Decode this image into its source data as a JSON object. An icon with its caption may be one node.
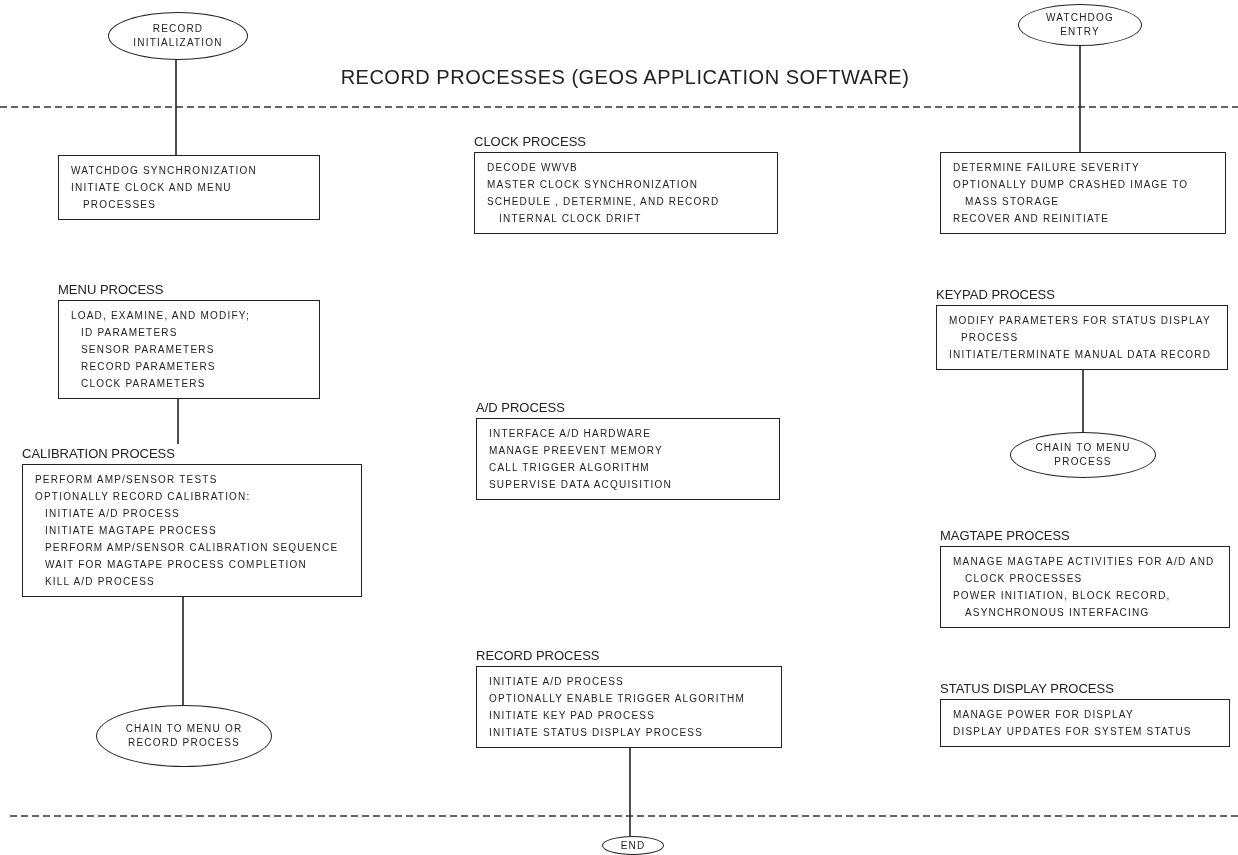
{
  "diagram": {
    "title": "RECORD PROCESSES (GEOS APPLICATION SOFTWARE)",
    "nodes": [
      {
        "text": [
          "RECORD INITIALIZATION"
        ]
      },
      {
        "text": [
          "WATCHDOG ENTRY"
        ]
      },
      {
        "text": [
          "WATCHDOG SYNCHRONIZATION",
          "INITIATE CLOCK AND MENU PROCESSES"
        ]
      },
      {
        "text": [
          "CLOCK PROCESS",
          "DECODE WWVB",
          "MASTER CLOCK SYNCHRONIZATION",
          "SCHEDULE , DETERMINE, AND RECORD INTERNAL CLOCK DRIFT"
        ]
      },
      {
        "text": [
          "DETERMINE FAILURE SEVERITY",
          "OPTIONALLY DUMP CRASHED IMAGE TO MASS STORAGE",
          "RECOVER AND REINITIATE"
        ]
      },
      {
        "text": [
          "MENU PROCESS",
          "LOAD, EXAMINE, AND MODIFY;",
          "ID PARAMETERS",
          "SENSOR PARAMETERS",
          "RECORD PARAMETERS",
          "CLOCK PARAMETERS"
        ]
      },
      {
        "text": [
          "KEYPAD PROCESS",
          "MODIFY PARAMETERS FOR STATUS DISPLAY PROCESS",
          "INITIATE/TERMINATE MANUAL DATA RECORD"
        ]
      },
      {
        "text": [
          "A/D PROCESS",
          "INTERFACE A/D HARDWARE",
          "MANAGE PREEVENT MEMORY",
          "CALL TRIGGER ALGORITHM",
          "SUPERVISE DATA ACQUISITION"
        ]
      },
      {
        "text": [
          "CHAIN TO MENU PROCESS"
        ]
      },
      {
        "text": [
          "CALIBRATION PROCESS",
          "PERFORM AMP/SENSOR TESTS",
          "OPTIONALLY RECORD CALIBRATION:",
          "INITIATE A/D PROCESS",
          "INITIATE MAGTAPE PROCESS",
          "PERFORM AMP/SENSOR CALIBRATION SEQUENCE",
          "WAIT FOR MAGTAPE PROCESS COMPLETION",
          "KILL A/D PROCESS"
        ]
      },
      {
        "text": [
          "MAGTAPE PROCESS",
          "MANAGE MAGTAPE ACTIVITIES FOR A/D AND CLOCK PROCESSES",
          "POWER INITIATION, BLOCK RECORD, ASYNCHRONOUS INTERFACING"
        ]
      },
      {
        "text": [
          "CHAIN TO MENU OR RECORD PROCESS"
        ]
      },
      {
        "text": [
          "RECORD PROCESS",
          "INITIATE A/D PROCESS",
          "OPTIONALLY ENABLE TRIGGER ALGORITHM",
          "INITIATE KEY PAD PROCESS",
          "INITIATE STATUS DISPLAY PROCESS"
        ]
      },
      {
        "text": [
          "STATUS DISPLAY PROCESS",
          "MANAGE POWER FOR DISPLAY",
          "DISPLAY UPDATES FOR SYSTEM STATUS"
        ]
      },
      {
        "text": [
          "END"
        ]
      }
    ],
    "edges": [
      {
        "from": 0,
        "to": 2,
        "arrow": "none"
      },
      {
        "from": 1,
        "to": 4,
        "arrow": "none"
      },
      {
        "from": 5,
        "to": 9,
        "arrow": "none"
      },
      {
        "from": 9,
        "to": 11,
        "arrow": "none"
      },
      {
        "from": 6,
        "to": 8,
        "arrow": "none"
      },
      {
        "from": 12,
        "to": 14,
        "arrow": "none"
      }
    ]
  }
}
